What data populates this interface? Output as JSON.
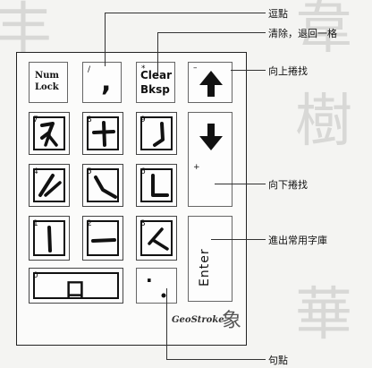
{
  "keypad": {
    "numlock_line1": "Num",
    "numlock_line2": "Lock",
    "slash_symbol": "/",
    "comma_symbol": ",",
    "star_symbol": "*",
    "clear_line1": "Clear",
    "clear_line2": "Bksp",
    "minus_symbol": "–",
    "plus_symbol": "+",
    "enter_label": "Enter",
    "zero_label": "0",
    "zero_glyph": "口",
    "dot_symbol": ".",
    "keys": {
      "k7": "7",
      "k8": "8",
      "k9": "9",
      "k4": "4",
      "k5": "5",
      "k6": "6",
      "k1": "1",
      "k2": "2",
      "k3": "3"
    },
    "logo_text": "GeoStroke",
    "logo_mark": "象"
  },
  "callouts": {
    "comma": "逗點",
    "clear": "清除，退回一格",
    "up": "向上捲找",
    "down": "向下捲找",
    "enter": "進出常用字庫",
    "period": "句點"
  },
  "colors": {
    "ink": "#111111",
    "paper": "#fbfbfa",
    "background_glyph": "#d8d8d6"
  }
}
